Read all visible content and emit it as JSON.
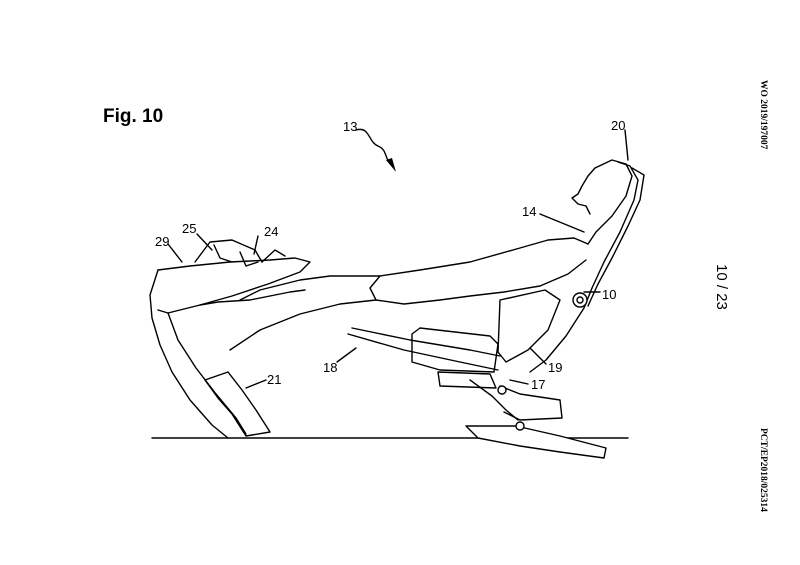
{
  "figure": {
    "title": "Fig. 10"
  },
  "sidebar": {
    "publication": "WO 2019/197007",
    "application": "PCT/EP2018/025314"
  },
  "page": {
    "number": "10 / 23"
  },
  "labels": {
    "l13": "13",
    "l20": "20",
    "l14": "14",
    "l29": "29",
    "l25": "25",
    "l24": "24",
    "l10": "10",
    "l18": "18",
    "l19": "19",
    "l17": "17",
    "l21": "21"
  }
}
